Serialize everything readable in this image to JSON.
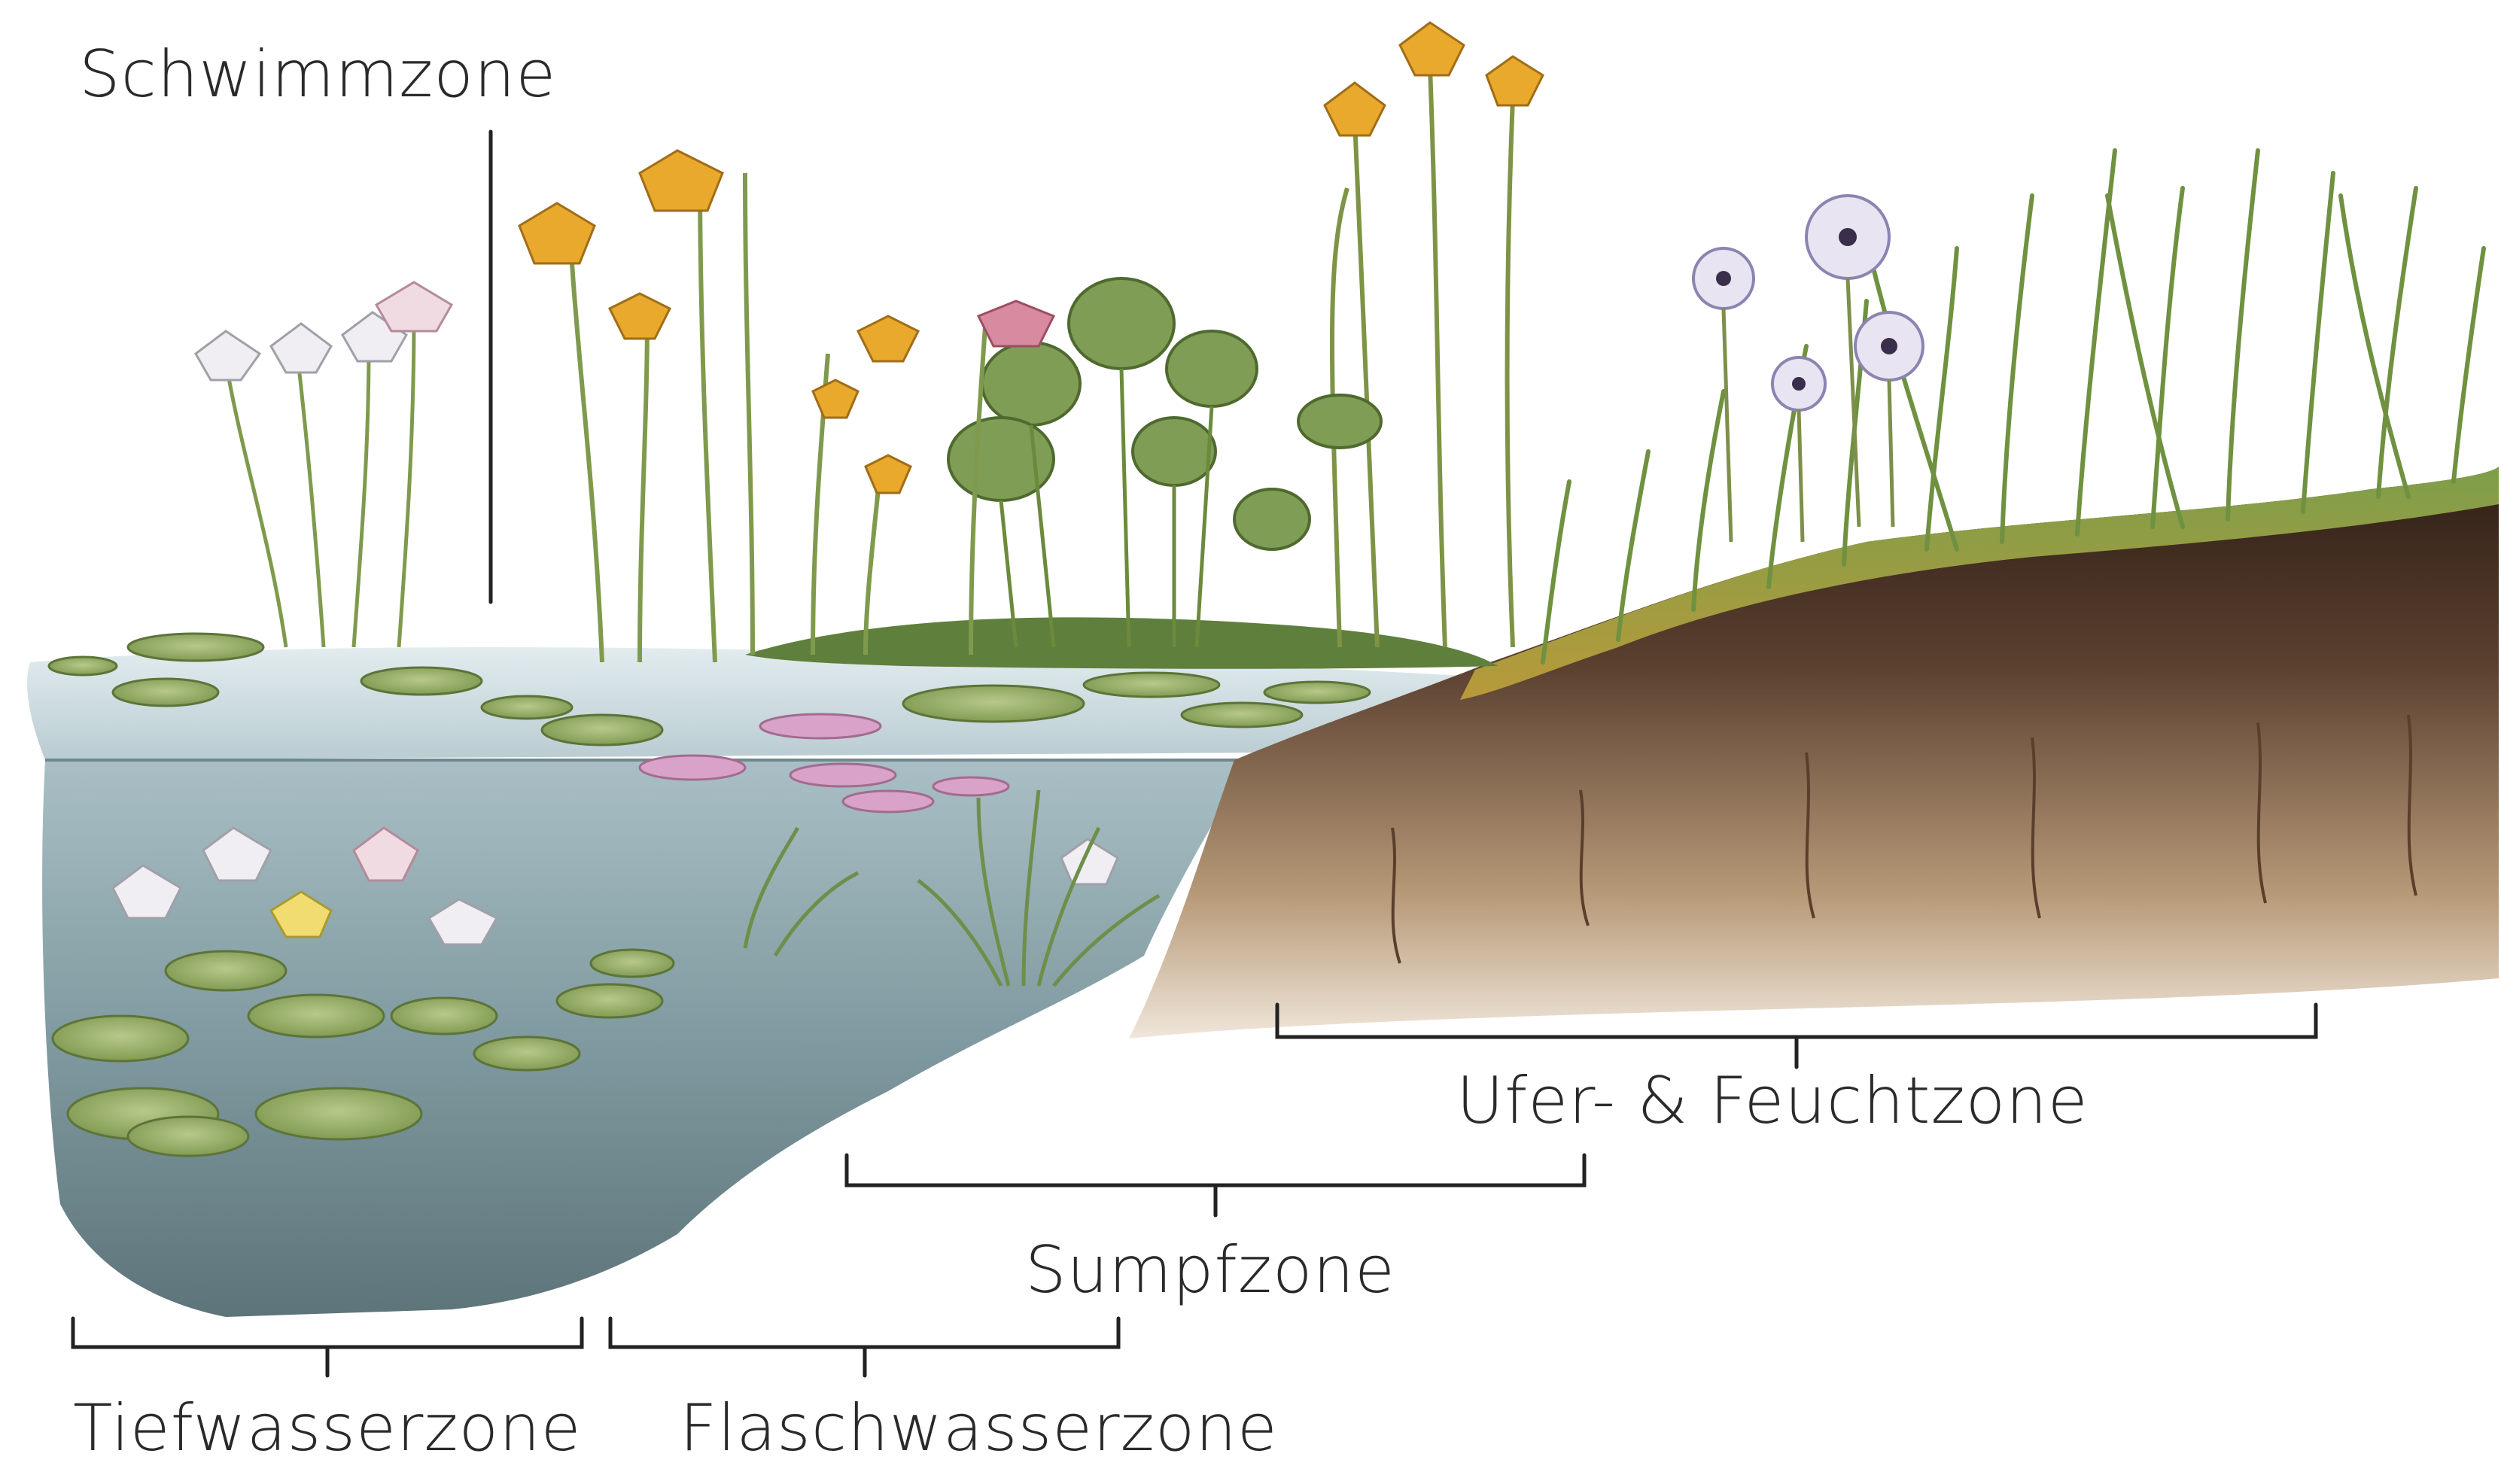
{
  "diagram": {
    "labels": {
      "schwimmzone": "Schwimmzone",
      "tiefwasserzone": "Tiefwasserzone",
      "flachwasserzone": "Flaschwasserzone",
      "sumpfzone": "Sumpfzone",
      "uferzone": "Ufer- & Feuchtzone"
    },
    "colors": {
      "water_surface": "#cfdde2",
      "water_deep": "#7f9aa0",
      "lily_pad": "#9bb36a",
      "lily_pad_pink": "#d9a3c9",
      "soil": "#3d2a1c",
      "soil_light": "#b8946a",
      "grass": "#7e9e4a",
      "grass_dry": "#b89a3a",
      "flower_yellow": "#e8a92c",
      "flower_white": "#f1eef3",
      "flower_lilac": "#b8aed6",
      "bracket": "#222222"
    }
  }
}
